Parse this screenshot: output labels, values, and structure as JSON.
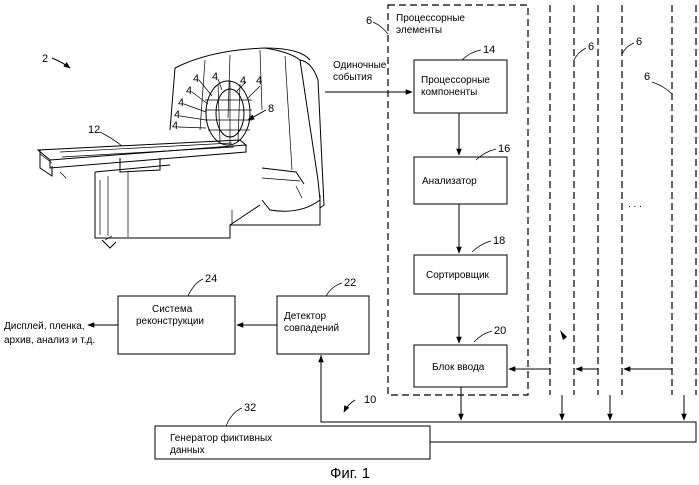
{
  "scanner": {
    "ref": "2",
    "detector_ref": "4",
    "bore_ref": "8",
    "table_ref": "12"
  },
  "processing_group": {
    "ref": "6",
    "title_line1": "Процессорные",
    "title_line2": "элементы",
    "extra_refs": [
      "6",
      "6",
      "6"
    ]
  },
  "events": {
    "line1": "Одиночные",
    "line2": "события"
  },
  "blocks": {
    "processor_components": {
      "ref": "14",
      "line1": "Процессорные",
      "line2": "компоненты"
    },
    "analyzer": {
      "ref": "16",
      "line1": "Анализатор"
    },
    "sorter": {
      "ref": "18",
      "line1": "Сортировщик"
    },
    "input_block": {
      "ref": "20",
      "line1": "Блок ввода"
    },
    "coincidence_detector": {
      "ref": "22",
      "line1": "Детектор",
      "line2": "совпадений"
    },
    "reconstruction_system": {
      "ref": "24",
      "line1": "Система",
      "line2": "реконструкции"
    },
    "dummy_data_generator": {
      "ref": "32",
      "line1": "Генератор фиктивных",
      "line2": "данных"
    }
  },
  "output": {
    "line1": "Дисплей, пленка,",
    "line2": "архив, анализ и т.д."
  },
  "bus_ref": "10",
  "ellipsis": ". . .",
  "caption": "Фиг. 1"
}
